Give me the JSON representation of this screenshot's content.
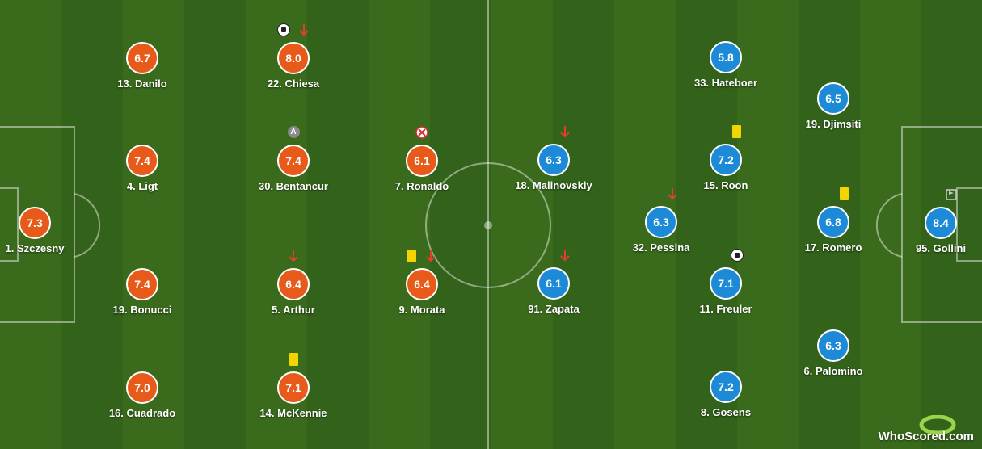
{
  "colors": {
    "home": "#e85a1a",
    "away": "#1c8ad6",
    "pitch_dark": "#33621a",
    "pitch_light": "#3a6b1c"
  },
  "brand": "WhoScored.com",
  "home": {
    "players": [
      {
        "label": "1. Szczesny",
        "rating": "7.3",
        "icons": []
      },
      {
        "label": "13. Danilo",
        "rating": "6.7",
        "icons": []
      },
      {
        "label": "4. Ligt",
        "rating": "7.4",
        "icons": []
      },
      {
        "label": "19. Bonucci",
        "rating": "7.4",
        "icons": []
      },
      {
        "label": "16. Cuadrado",
        "rating": "7.0",
        "icons": []
      },
      {
        "label": "22. Chiesa",
        "rating": "8.0",
        "icons": [
          "ball-icon",
          "sub-off-arrow-icon"
        ]
      },
      {
        "label": "30. Bentancur",
        "rating": "7.4",
        "icons": [
          "captain-icon"
        ]
      },
      {
        "label": "5. Arthur",
        "rating": "6.4",
        "icons": [
          "sub-off-arrow-icon"
        ]
      },
      {
        "label": "14. McKennie",
        "rating": "7.1",
        "icons": [
          "yellow-card-icon"
        ]
      },
      {
        "label": "7. Ronaldo",
        "rating": "6.1",
        "icons": [
          "missed-chance-icon"
        ]
      },
      {
        "label": "9. Morata",
        "rating": "6.4",
        "icons": [
          "yellow-card-icon",
          "sub-off-arrow-icon"
        ]
      }
    ],
    "captain_letter": "A"
  },
  "away": {
    "players": [
      {
        "label": "95. Gollini",
        "rating": "8.4",
        "icons": [
          "corner-flag-icon"
        ]
      },
      {
        "label": "19. Djimsiti",
        "rating": "6.5",
        "icons": []
      },
      {
        "label": "17. Romero",
        "rating": "6.8",
        "icons": [
          "yellow-card-icon"
        ]
      },
      {
        "label": "6. Palomino",
        "rating": "6.3",
        "icons": []
      },
      {
        "label": "33. Hateboer",
        "rating": "5.8",
        "icons": []
      },
      {
        "label": "15. Roon",
        "rating": "7.2",
        "icons": [
          "yellow-card-icon"
        ]
      },
      {
        "label": "11. Freuler",
        "rating": "7.1",
        "icons": [
          "ball-icon"
        ]
      },
      {
        "label": "8. Gosens",
        "rating": "7.2",
        "icons": []
      },
      {
        "label": "32. Pessina",
        "rating": "6.3",
        "icons": [
          "sub-off-arrow-icon"
        ]
      },
      {
        "label": "18. Malinovskiy",
        "rating": "6.3",
        "icons": [
          "sub-off-arrow-icon"
        ]
      },
      {
        "label": "91. Zapata",
        "rating": "6.1",
        "icons": [
          "sub-off-arrow-icon"
        ]
      }
    ]
  }
}
